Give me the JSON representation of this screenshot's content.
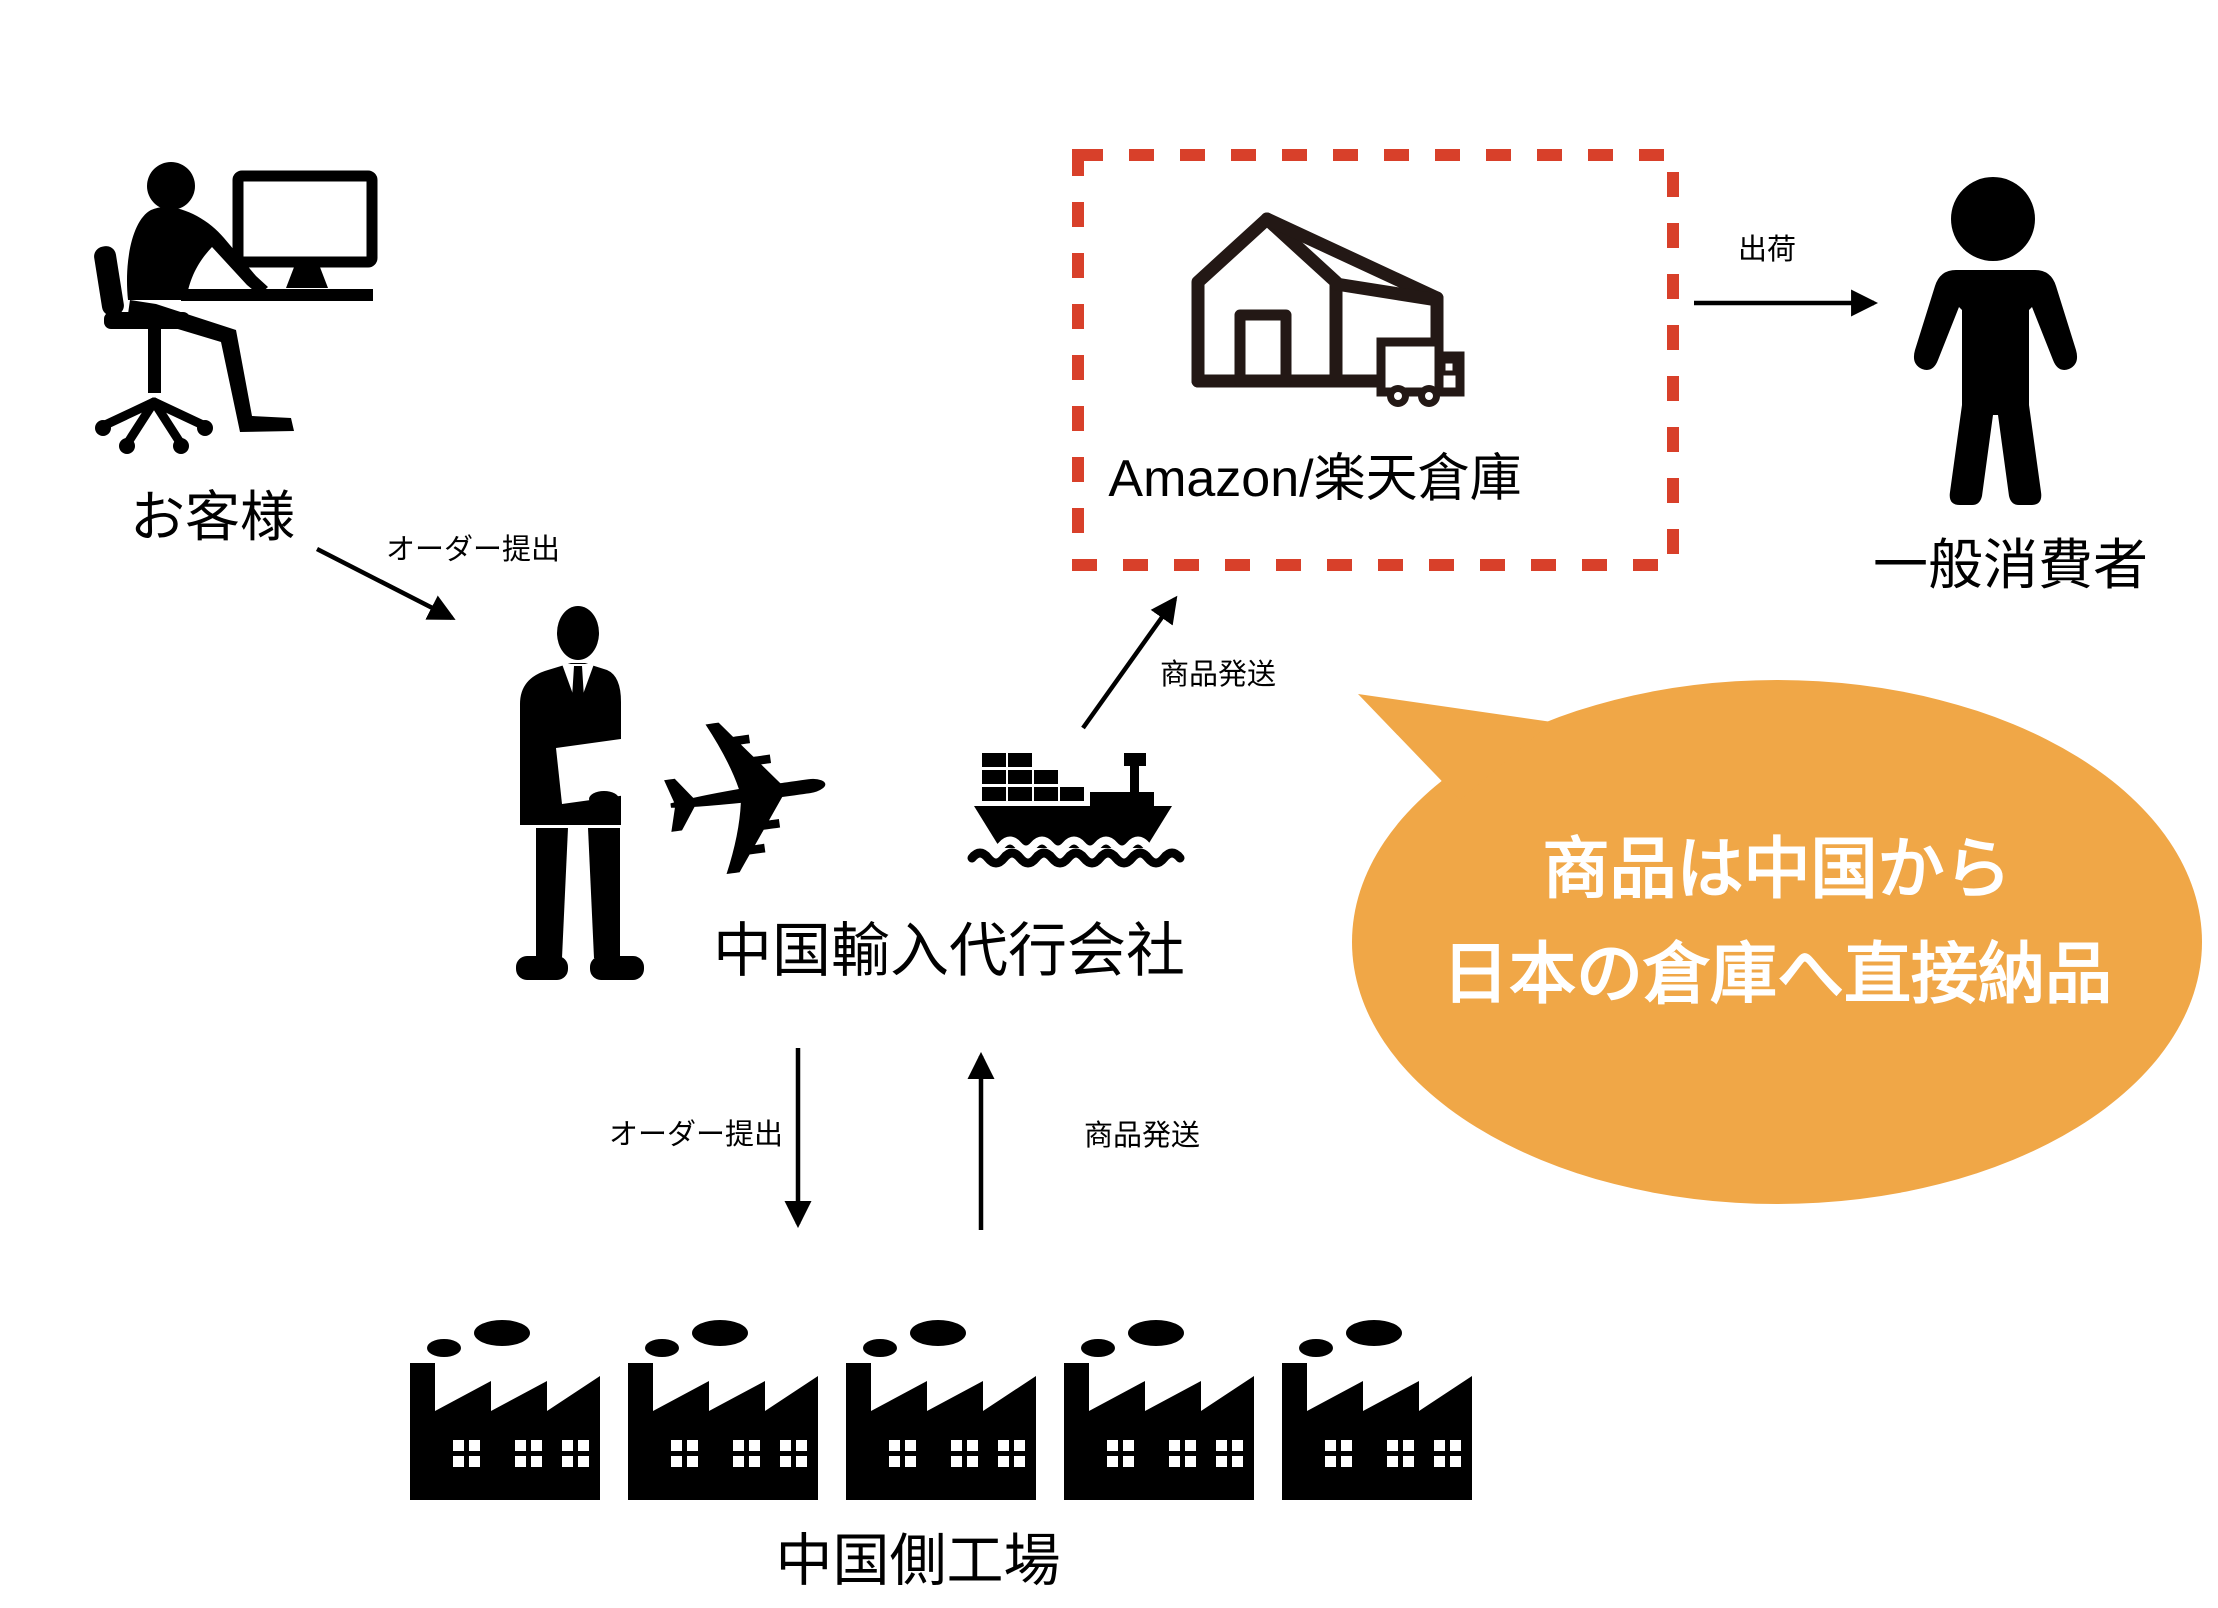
{
  "diagram_title": "China import to Japan warehouse flow",
  "colors": {
    "accent_red": "#d8402a",
    "callout_orange": "#f0a747",
    "ink": "#000000",
    "warehouse_ink": "#231815",
    "white": "#ffffff"
  },
  "nodes": {
    "customer": {
      "label": "お客様"
    },
    "agency": {
      "label": "中国輸入代行会社"
    },
    "warehouse": {
      "label": "Amazon/楽天倉庫"
    },
    "consumer": {
      "label": "一般消費者"
    },
    "factories": {
      "label": "中国側工場"
    }
  },
  "flows": {
    "customer_to_agency": {
      "label": "オーダー提出"
    },
    "agency_to_warehouse": {
      "label": "商品発送"
    },
    "warehouse_to_consumer": {
      "label": "出荷"
    },
    "agency_to_factories": {
      "label": "オーダー提出"
    },
    "factories_to_agency": {
      "label": "商品発送"
    }
  },
  "callout": {
    "line1": "商品は中国から",
    "line2": "日本の倉庫へ直接納品"
  },
  "icons": {
    "airplane_glyph": "✈"
  }
}
